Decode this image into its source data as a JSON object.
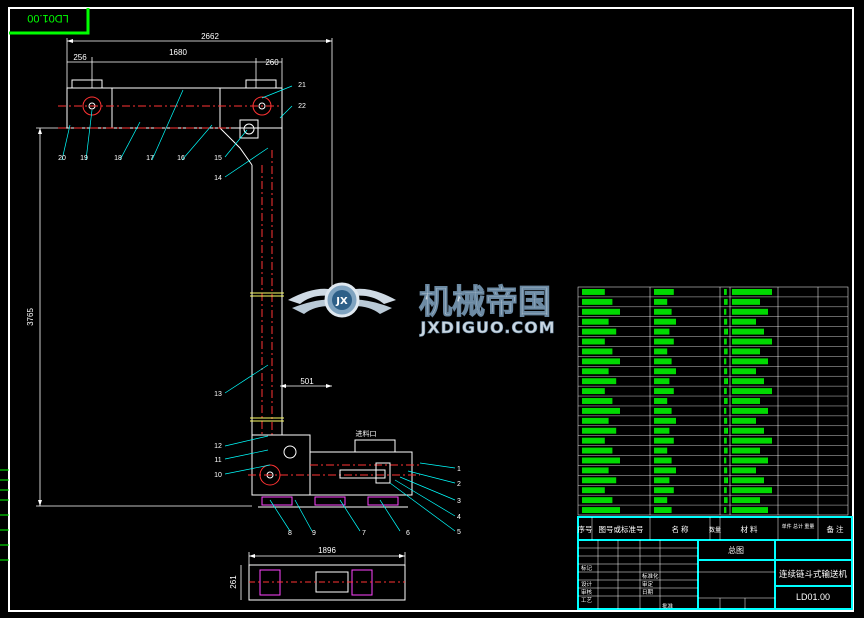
{
  "drawing_code_tab": "LD01.00",
  "dimensions": {
    "overall_width": "2662",
    "span_left": "256",
    "span_mid": "1680",
    "span_right": "260",
    "height": "3765",
    "offset": "501",
    "base_width": "1896",
    "base_height": "261"
  },
  "balloons": [
    "1",
    "2",
    "3",
    "4",
    "5",
    "6",
    "7",
    "8",
    "9",
    "10",
    "11",
    "12",
    "13",
    "14",
    "15",
    "16",
    "17",
    "18",
    "19",
    "20",
    "21",
    "22"
  ],
  "small_label": "进料口",
  "watermark": {
    "cn": "机械帝国",
    "url": "JXDIGUO.COM",
    "badge": "JX"
  },
  "title_block": {
    "headers": [
      "序号",
      "图号或标准号",
      "名 称",
      "数量",
      "材 料",
      "单件 总计 重量",
      "备 注"
    ],
    "assembly_label": "总图",
    "drawing_title": "连续链斗式输送机",
    "drawing_number": "LD01.00",
    "row_labels": [
      "标记",
      "设计",
      "审核",
      "工艺",
      "批准"
    ],
    "sub_labels": [
      "标准化",
      "审定",
      "日期"
    ]
  },
  "colors": {
    "background": "#000000",
    "frame": "#ffffff",
    "tab": "#00ff00",
    "dimension": "#00ffff",
    "outline": "#ffffff",
    "centerline": "#ff3333",
    "balloon": "#ffffff",
    "leader": "#00ffff",
    "titleblock": "#00ffff",
    "bom_text": "#00ff00",
    "watermark": "#dfe8f0"
  }
}
